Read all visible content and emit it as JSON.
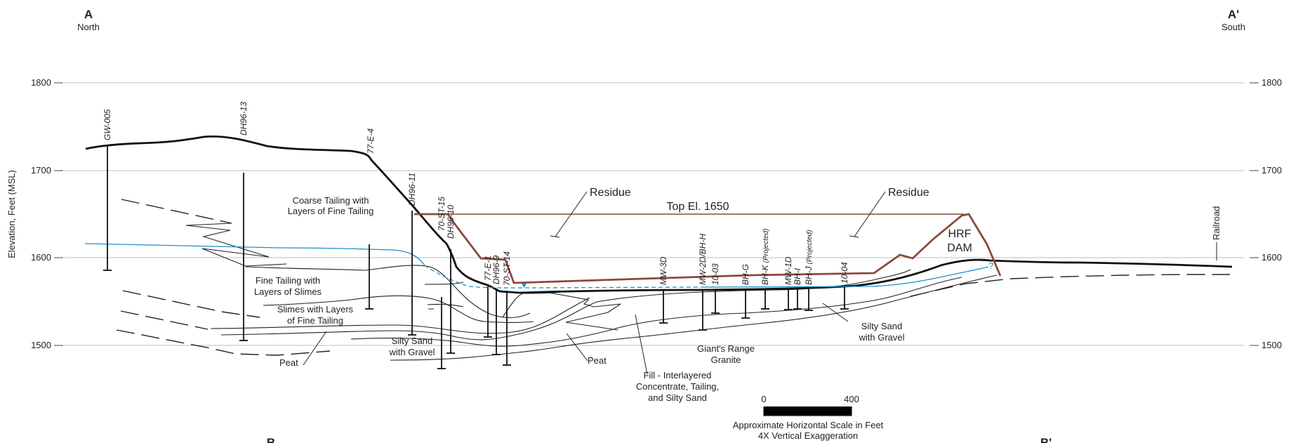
{
  "section": {
    "left_letter": "A",
    "left_dir": "North",
    "right_letter": "A'",
    "right_dir": "South",
    "bottom_left_letter": "B",
    "bottom_right_letter": "B'"
  },
  "axis": {
    "ylabel": "Elevation, Feet (MSL)",
    "ticks": [
      "1800",
      "1700",
      "1600",
      "1500"
    ]
  },
  "wells": {
    "gw005": "GW-005",
    "dh9613": "DH96-13",
    "e77_4": "77-E-4",
    "dh9611": "DH96-11",
    "st15": "70-ST-15",
    "dh9610": "DH96-10",
    "e77_1": "77-E-1",
    "dh969": "DH96-9",
    "st14": "70-ST-14",
    "mw3d": "MW-3D",
    "mw2d": "MW-2D/BH-H",
    "w1003": "10-03",
    "bhg": "BH-G",
    "bhk": "BH-K",
    "mw1d": "MW-1D",
    "bhi": "BH-I",
    "bhj": "BH-J",
    "w1004": "10-04",
    "projected": "(Projected)"
  },
  "labels": {
    "coarse1": "Coarse Tailing with",
    "coarse2": "Layers of Fine Tailing",
    "fine1": "Fine Tailing with",
    "fine2": "Layers of Slimes",
    "slimes1": "Slimes with Layers",
    "slimes2": "of Fine Tailing",
    "peat_left": "Peat",
    "silty_left1": "Silty Sand",
    "silty_left2": "with Gravel",
    "peat_mid": "Peat",
    "fill1": "Fill - Interlayered",
    "fill2": "Concentrate, Tailing,",
    "fill3": "and Silty Sand",
    "granite1": "Giant's Range",
    "granite2": "Granite",
    "silty_right1": "Silty Sand",
    "silty_right2": "with Gravel",
    "residue_left": "Residue",
    "residue_right": "Residue",
    "top_el": "Top El. 1650",
    "hrf1": "HRF",
    "hrf2": "DAM",
    "railroad": "Railroad",
    "question": "?"
  },
  "scale": {
    "zero": "0",
    "max": "400",
    "caption1": "Approximate Horizontal Scale in Feet",
    "caption2": "4X Vertical Exaggeration"
  },
  "colors": {
    "water": "#1d8fd0",
    "dam": "#8b4a3a"
  }
}
